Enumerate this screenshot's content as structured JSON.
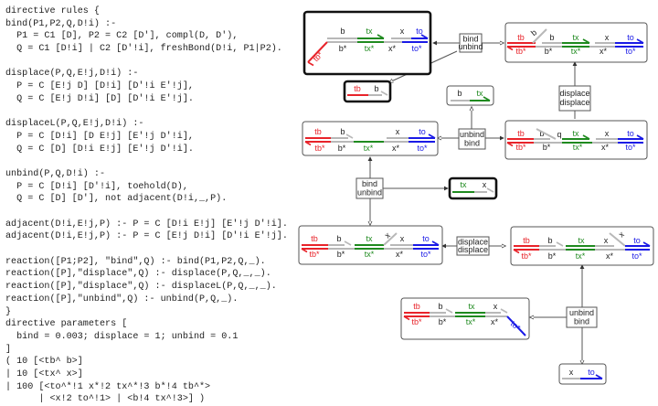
{
  "code": {
    "lines": [
      "directive rules {",
      "bind(P1,P2,Q,D!i) :-",
      "  P1 = C1 [D], P2 = C2 [D'], compl(D, D'),",
      "  Q = C1 [D!i] | C2 [D'!i], freshBond(D!i, P1|P2).",
      "",
      "displace(P,Q,E!j,D!i) :-",
      "  P = C [E!j D] [D!i] [D'!i E'!j],",
      "  Q = C [E!j D!i] [D] [D'!i E'!j].",
      "",
      "displaceL(P,Q,E!j,D!i) :-",
      "  P = C [D!i] [D E!j] [E'!j D'!i],",
      "  Q = C [D] [D!i E!j] [E'!j D'!i].",
      "",
      "unbind(P,Q,D!i) :-",
      "  P = C [D!i] [D'!i], toehold(D),",
      "  Q = C [D] [D'], not adjacent(D!i,_,P).",
      "",
      "adjacent(D!i,E!j,P) :- P = C [D!i E!j] [E'!j D'!i].",
      "adjacent(D!i,E!j,P) :- P = C [E!j D!i] [D'!i E'!j].",
      "",
      "reaction([P1;P2], \"bind\",Q) :- bind(P1,P2,Q,_).",
      "reaction([P],\"displace\",Q) :- displace(P,Q,_,_).",
      "reaction([P],\"displace\",Q) :- displaceL(P,Q,_,_).",
      "reaction([P],\"unbind\",Q) :- unbind(P,Q,_).",
      "}",
      "directive parameters [",
      "  bind = 0.003; displace = 1; unbind = 0.1",
      "]",
      "( 10 [<tb^ b>]",
      "| 10 [<tx^ x>]",
      "| 100 [<to^*!1 x*!2 tx^*!3 b*!4 tb^*>",
      "      | <x!2 to^!1> | <b!4 tx^!3>] )"
    ]
  },
  "colors": {
    "tb": "#e8232a",
    "tx": "#1f8a1f",
    "to": "#1a1ae6",
    "neutral": "#b8b8b8",
    "label": "#222222"
  },
  "reactions": {
    "r1": {
      "top": "bind",
      "bottom": "unbind"
    },
    "r2": {
      "top": "displace",
      "bottom": "displace"
    },
    "r3": {
      "top": "unbind",
      "bottom": "bind"
    },
    "r4": {
      "top": "bind",
      "bottom": "unbind"
    },
    "r5": {
      "top": "displace",
      "bottom": "displace"
    },
    "r6": {
      "top": "unbind",
      "bottom": "bind"
    }
  },
  "labels": {
    "tb": "tb",
    "tbs": "tb*",
    "b": "b",
    "bs": "b*",
    "tx": "tx",
    "txs": "tx*",
    "x": "x",
    "xs": "x*",
    "to": "to",
    "tos": "to*"
  }
}
